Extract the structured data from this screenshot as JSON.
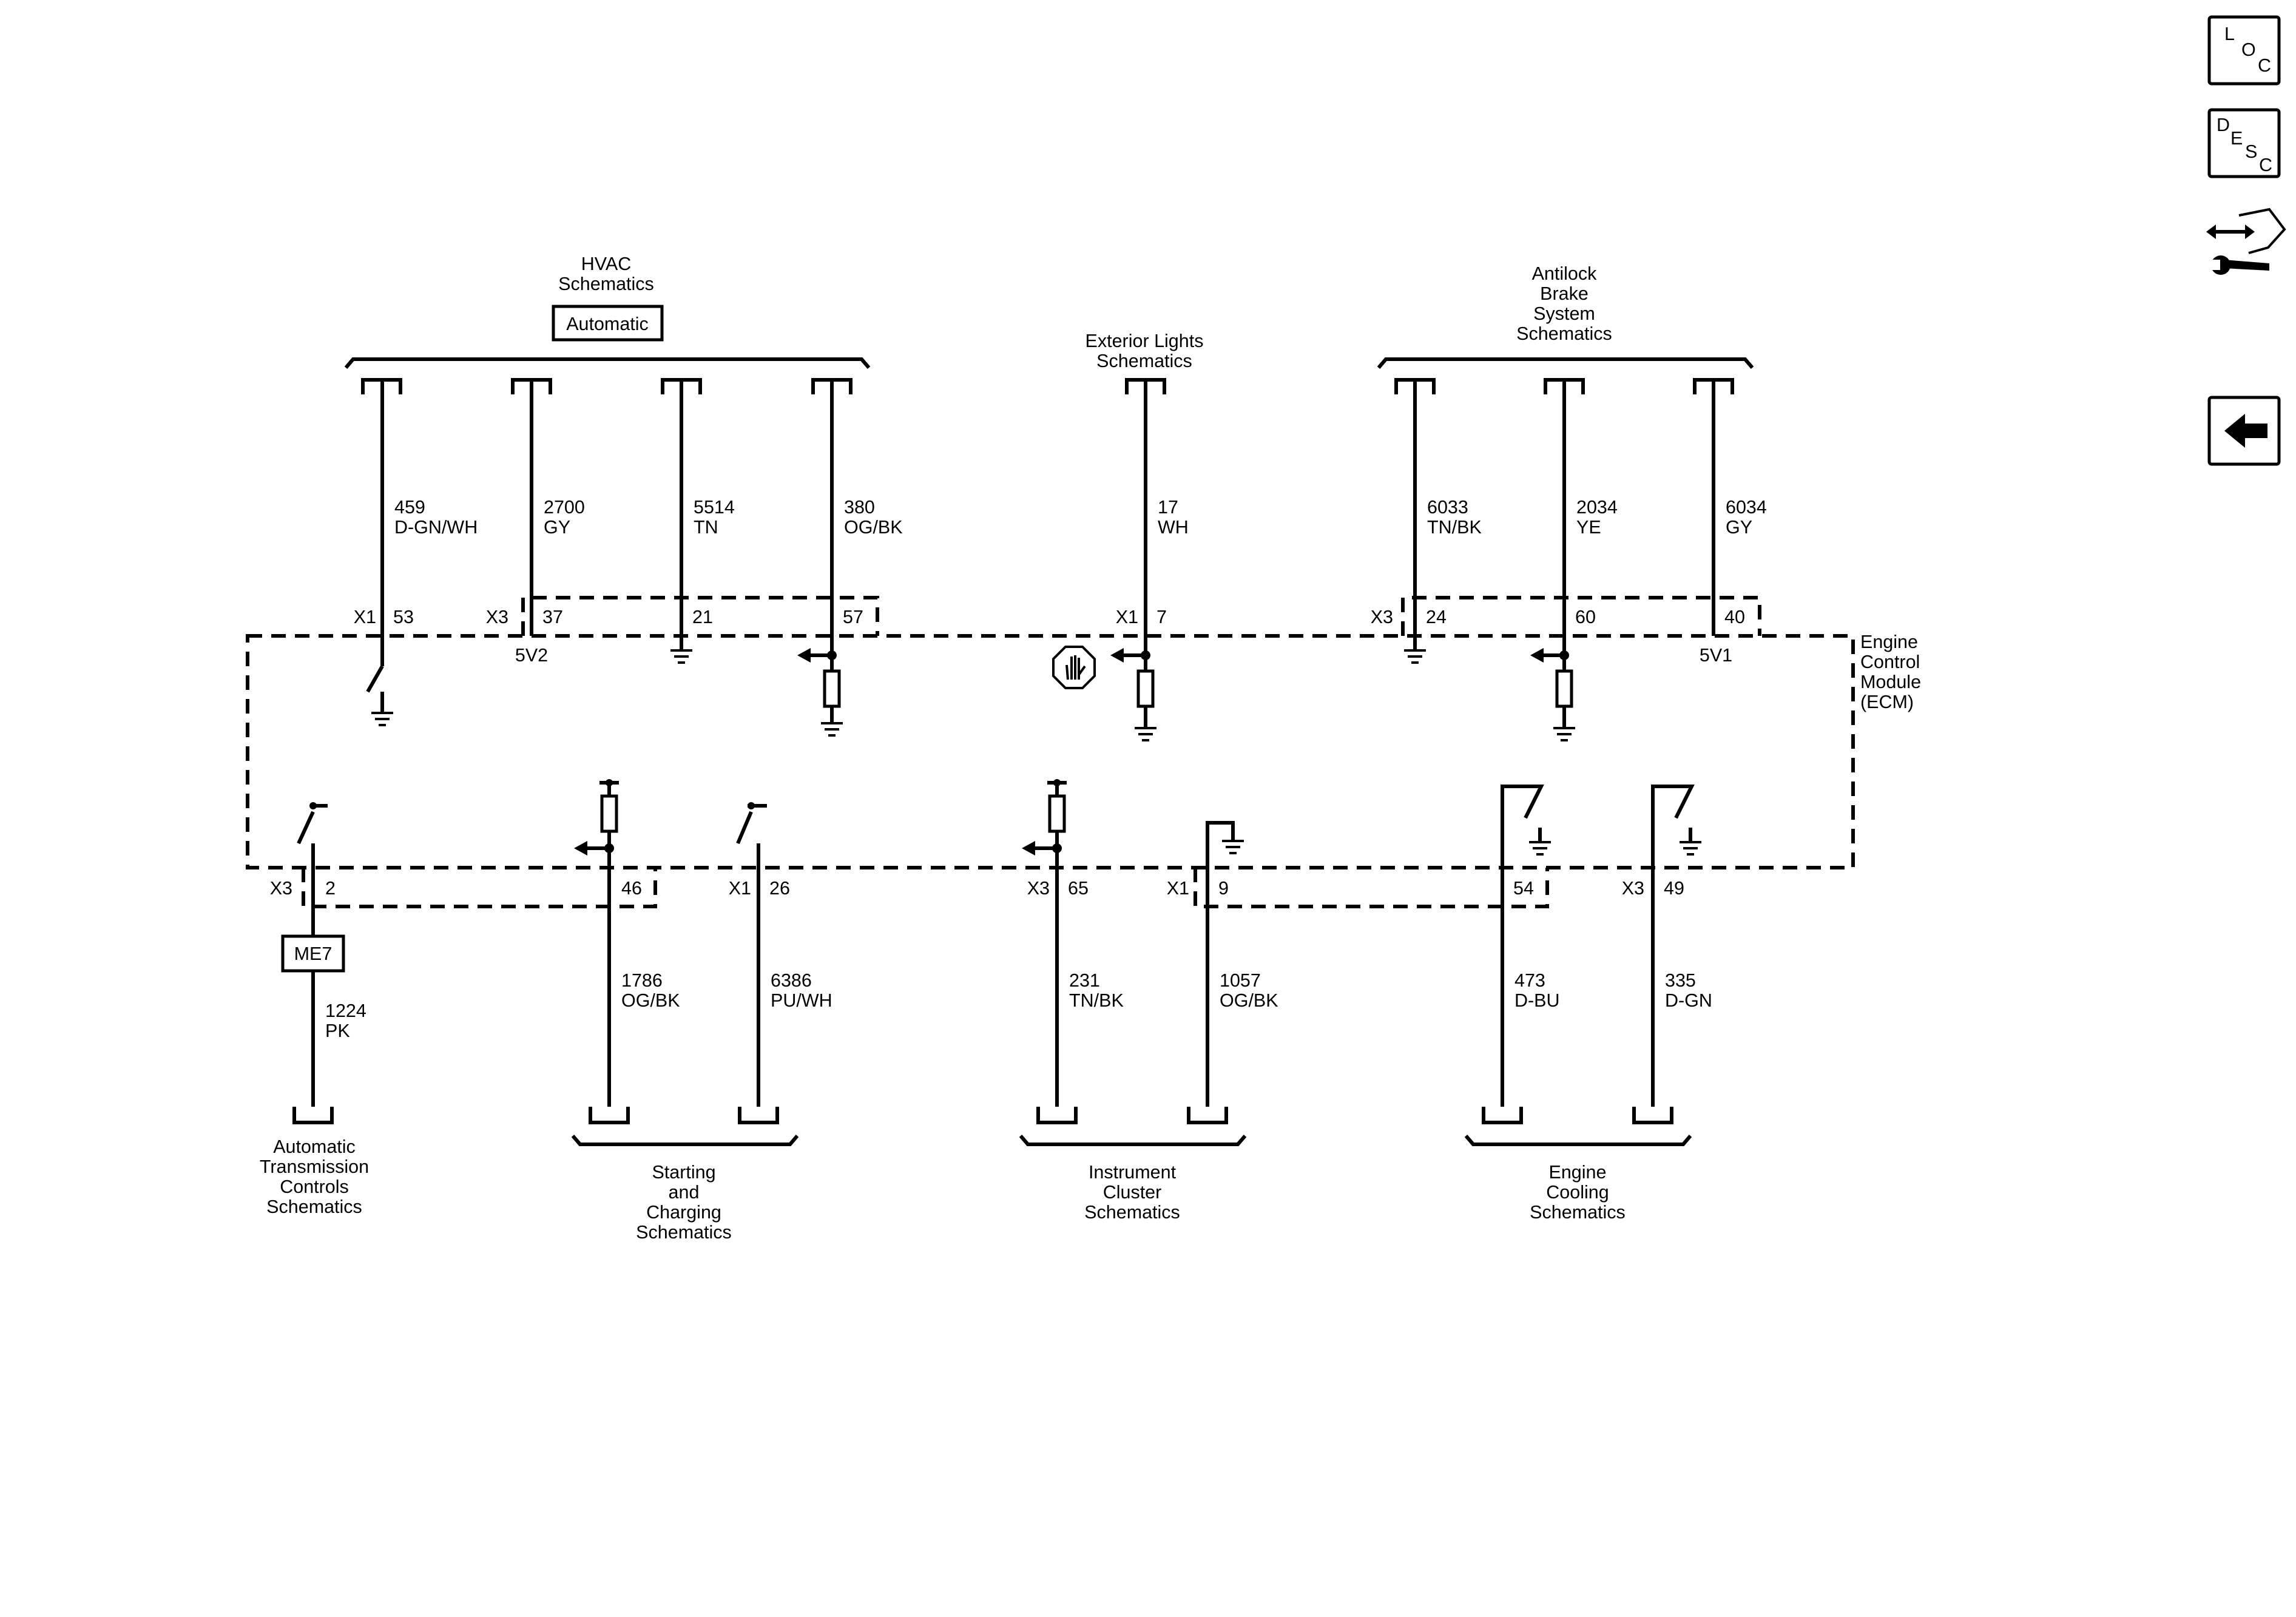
{
  "sidebar": {
    "loc_label": [
      "L",
      "O",
      "C"
    ],
    "desc_label": [
      "D",
      "E",
      "S",
      "C"
    ],
    "connector_end_view_icon": "connector-end-view-icon",
    "back_icon": "back-arrow-icon"
  },
  "top_groups": {
    "hvac": {
      "lines": [
        "HVAC",
        "Schematics"
      ],
      "option": "Automatic"
    },
    "exterior": {
      "lines": [
        "Exterior Lights",
        "Schematics"
      ]
    },
    "abs": {
      "lines": [
        "Antilock",
        "Brake",
        "System",
        "Schematics"
      ]
    }
  },
  "module": {
    "lines": [
      "Engine",
      "Control",
      "Module",
      "(ECM)"
    ]
  },
  "top_circuits": [
    {
      "circuit": "459",
      "color": "D-GN/WH",
      "connector": "X1",
      "pin": "53"
    },
    {
      "circuit": "2700",
      "color": "GY",
      "connector": "X3",
      "pin": "37",
      "note": "5V2"
    },
    {
      "circuit": "5514",
      "color": "TN",
      "connector": "",
      "pin": "21"
    },
    {
      "circuit": "380",
      "color": "OG/BK",
      "connector": "",
      "pin": "57"
    },
    {
      "circuit": "17",
      "color": "WH",
      "connector": "X1",
      "pin": "7"
    },
    {
      "circuit": "6033",
      "color": "TN/BK",
      "connector": "X3",
      "pin": "24"
    },
    {
      "circuit": "2034",
      "color": "YE",
      "connector": "",
      "pin": "60"
    },
    {
      "circuit": "6034",
      "color": "GY",
      "connector": "",
      "pin": "40",
      "note": "5V1"
    }
  ],
  "bottom_circuits": [
    {
      "circuit": "1224",
      "color": "PK",
      "connector": "X3",
      "pin": "2",
      "splice": "ME7"
    },
    {
      "circuit": "1786",
      "color": "OG/BK",
      "connector": "",
      "pin": "46"
    },
    {
      "circuit": "6386",
      "color": "PU/WH",
      "connector": "X1",
      "pin": "26"
    },
    {
      "circuit": "231",
      "color": "TN/BK",
      "connector": "X3",
      "pin": "65"
    },
    {
      "circuit": "1057",
      "color": "OG/BK",
      "connector": "X1",
      "pin": "9"
    },
    {
      "circuit": "473",
      "color": "D-BU",
      "connector": "",
      "pin": "54"
    },
    {
      "circuit": "335",
      "color": "D-GN",
      "connector": "X3",
      "pin": "49"
    }
  ],
  "bottom_groups": {
    "trans": {
      "lines": [
        "Automatic",
        "Transmission",
        "Controls",
        "Schematics"
      ]
    },
    "charging": {
      "lines": [
        "Starting",
        "and",
        "Charging",
        "Schematics"
      ]
    },
    "cluster": {
      "lines": [
        "Instrument",
        "Cluster",
        "Schematics"
      ]
    },
    "cooling": {
      "lines": [
        "Engine",
        "Cooling",
        "Schematics"
      ]
    }
  },
  "colors": {
    "ink": "#000000",
    "paper": "#ffffff"
  }
}
